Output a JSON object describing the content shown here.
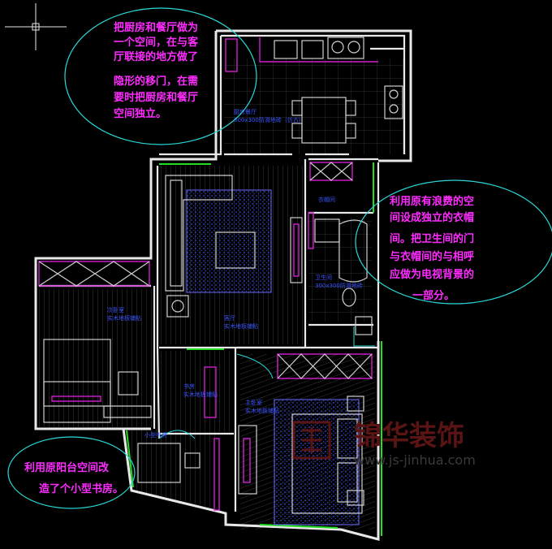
{
  "annotations": {
    "kitchen_note": [
      "把厨房和餐厅做为",
      "一个空间，在与客",
      "厅联接的地方做了",
      "隐形的移门，在需",
      "要时把厨房和餐厅",
      "空间独立。"
    ],
    "wardrobe_note": [
      "利用原有浪费的空",
      "间设成独立的衣帽",
      "间。把卫生间的门",
      "与衣帽间的与相呼",
      "应做为电视背景的",
      "一部分。"
    ],
    "study_note": [
      "利用原阳台空间改",
      "造了个小型书房。"
    ]
  },
  "rooms": {
    "kitchen": {
      "name": "厨房餐厅",
      "spec": "300x300防滑地砖（仿古）"
    },
    "wardrobe": {
      "name": "衣帽间"
    },
    "bathroom": {
      "name": "卫生间",
      "spec": "300x300防滑地砖"
    },
    "living": {
      "name": "客厅",
      "spec": "实木地板铺贴"
    },
    "second_bedroom": {
      "name": "次卧室",
      "spec": "实木地板铺贴"
    },
    "study": {
      "name": "书房",
      "spec": "实木地板铺贴"
    },
    "master_bedroom": {
      "name": "主卧室",
      "spec": "实木地板铺贴"
    },
    "small_study": {
      "name": "小型书房"
    }
  },
  "watermark": {
    "brand": "锦华装饰",
    "url": "www.js-jinhua.com"
  },
  "colors": {
    "annotation_text": "#ff2cff",
    "ellipse": "#2ad8d8",
    "wall": "#e8e8e8",
    "furniture_accent": "#d020d0",
    "window": "#22dd22",
    "carpet": "#3a55ff"
  }
}
